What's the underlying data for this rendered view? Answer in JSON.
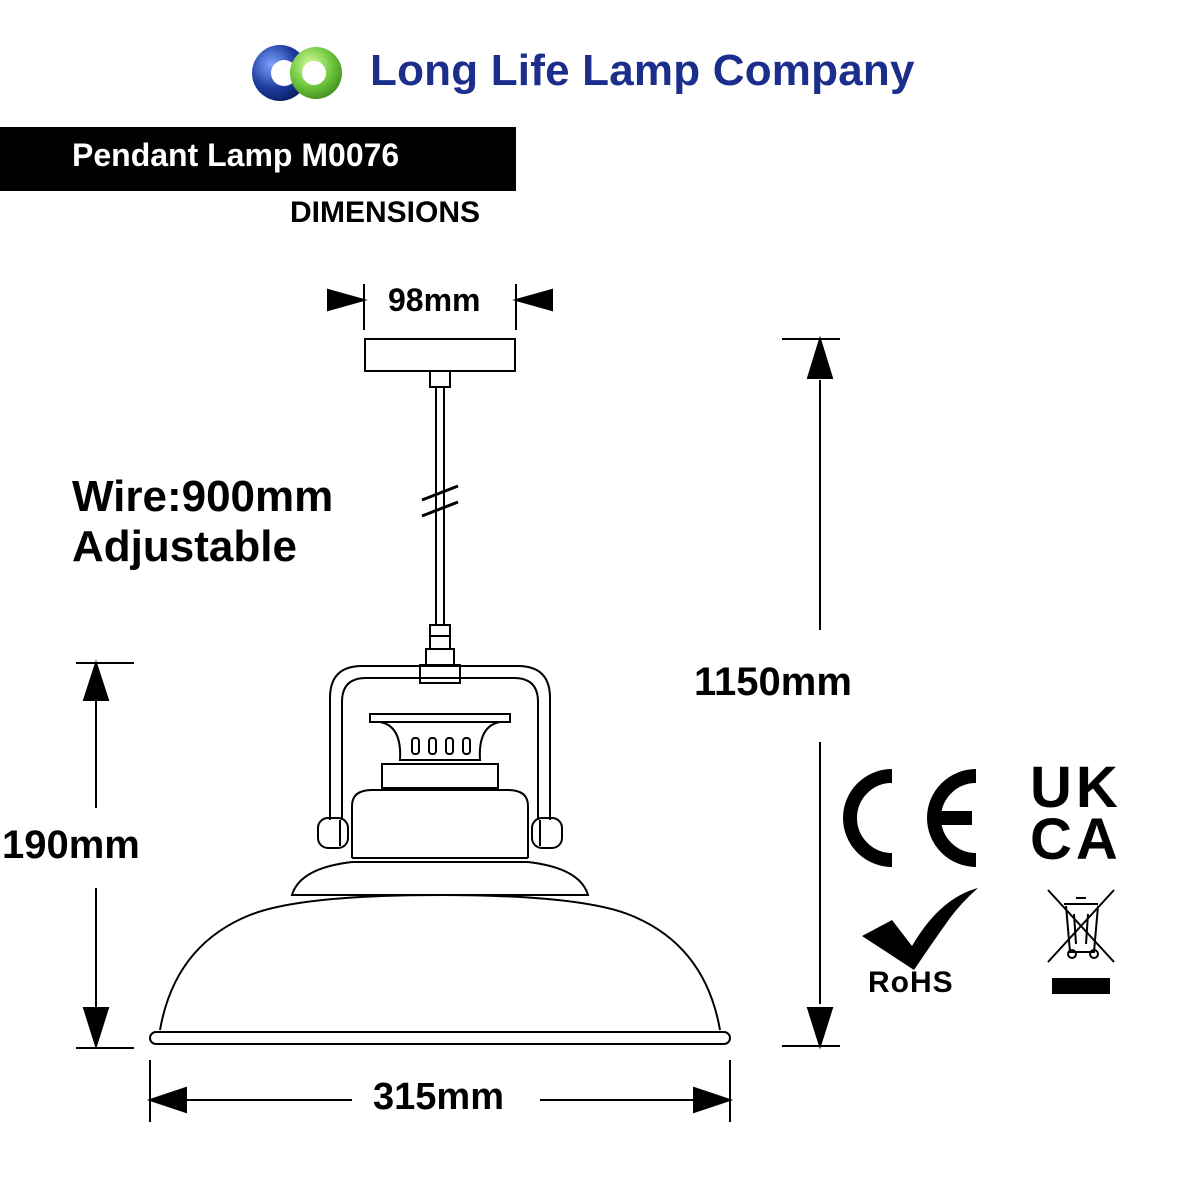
{
  "brand": {
    "name": "Long Life Lamp Company",
    "colors": {
      "text": "#1c2e8c",
      "blue": "#1f3da0",
      "green": "#6cc43c"
    }
  },
  "header": {
    "title": "Pendant Lamp M0076",
    "subtitle": "DIMENSIONS"
  },
  "dimensions": {
    "canopy_width": "98mm",
    "total_height": "1150mm",
    "shade_height": "190mm",
    "shade_width": "315mm",
    "wire_length": "Wire:900mm",
    "wire_note": "Adjustable"
  },
  "certifications": {
    "uk_top": "UK",
    "uk_bottom": "CA",
    "rohs": "RoHS",
    "icons": [
      "ce-mark-icon",
      "ukca-mark-icon",
      "rohs-check-icon",
      "weee-bin-icon"
    ]
  }
}
